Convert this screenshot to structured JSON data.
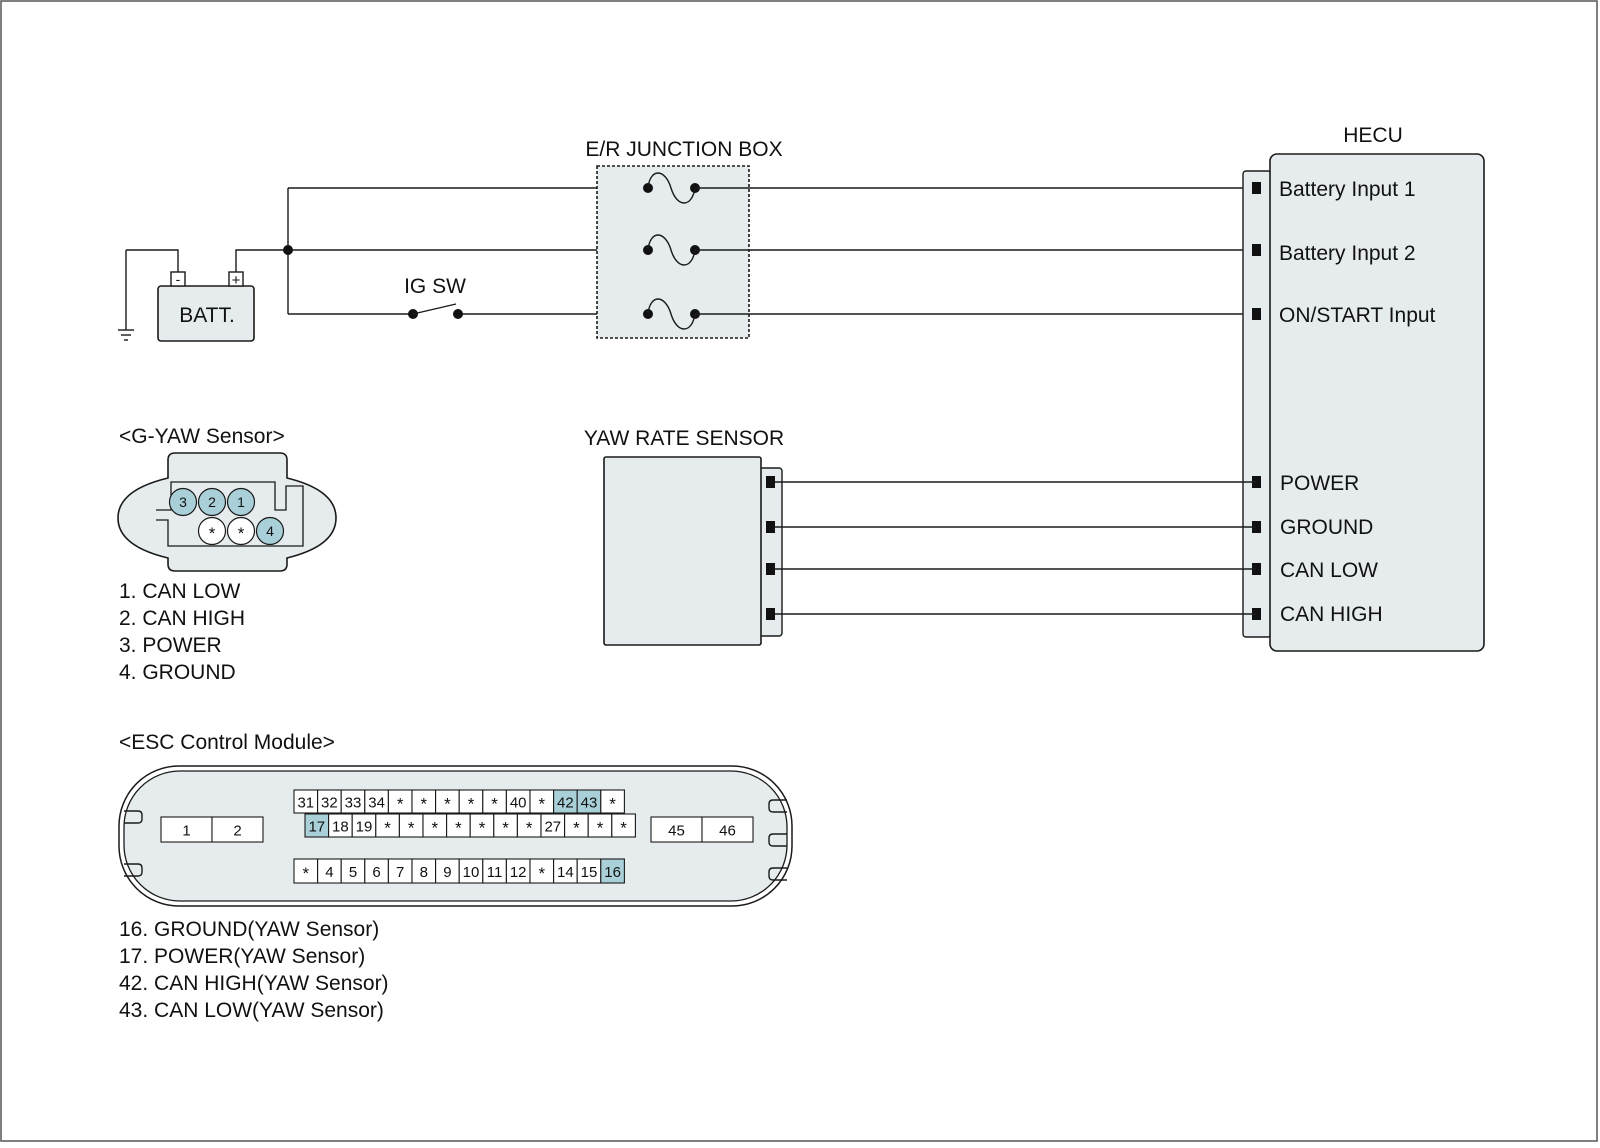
{
  "junction_box": {
    "title": "E/R JUNCTION BOX"
  },
  "hecu": {
    "title": "HECU",
    "inputs": [
      "Battery Input 1",
      "Battery Input 2",
      "ON/START Input"
    ],
    "sensor_pins": [
      "POWER",
      "GROUND",
      "CAN LOW",
      "CAN HIGH"
    ]
  },
  "battery": {
    "label": "BATT.",
    "minus": "-",
    "plus": "+"
  },
  "ig_switch": {
    "label": "IG SW"
  },
  "yaw_sensor": {
    "title": "YAW RATE SENSOR"
  },
  "g_yaw_connector": {
    "title": "<G-YAW Sensor>",
    "top_row": [
      "3",
      "2",
      "1"
    ],
    "bottom_row": [
      "*",
      "*",
      "4"
    ],
    "legend": [
      "1. CAN LOW",
      "2. CAN HIGH",
      "3. POWER",
      "4. GROUND"
    ]
  },
  "esc_module": {
    "title": "<ESC Control Module>",
    "left_pins": [
      "1",
      "2"
    ],
    "right_pins": [
      "45",
      "46"
    ],
    "row1": [
      "31",
      "32",
      "33",
      "34",
      "*",
      "*",
      "*",
      "*",
      "*",
      "40",
      "*",
      "42",
      "43",
      "*"
    ],
    "row2": [
      "17",
      "18",
      "19",
      "*",
      "*",
      "*",
      "*",
      "*",
      "*",
      "*",
      "27",
      "*",
      "*",
      "*"
    ],
    "row3": [
      "*",
      "4",
      "5",
      "6",
      "7",
      "8",
      "9",
      "10",
      "11",
      "12",
      "*",
      "14",
      "15",
      "16"
    ],
    "highlighted": [
      "16",
      "17",
      "42",
      "43"
    ],
    "legend": [
      "16. GROUND(YAW Sensor)",
      "17. POWER(YAW Sensor)",
      "42. CAN HIGH(YAW Sensor)",
      "43. CAN LOW(YAW Sensor)"
    ]
  },
  "colors": {
    "panel": "#e6eced",
    "highlight": "#a9d0d9",
    "line": "#1a1a1a"
  }
}
